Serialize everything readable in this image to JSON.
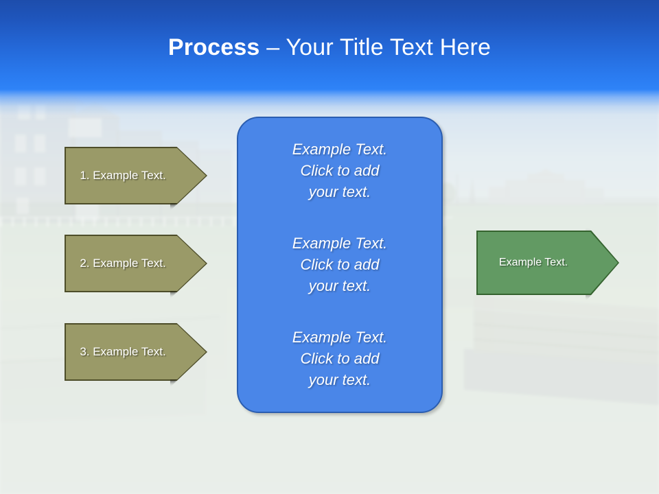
{
  "slide": {
    "title_strong": "Process ",
    "title_light": "– Your Title Text Here",
    "background_description": "faded photograph of St Andrews golf links with clubhouse and stone bridge"
  },
  "colors": {
    "header_blue_top": "#1d4dac",
    "header_blue_bottom": "#2f84f8",
    "panel_fill": "#4a86e8",
    "panel_border": "#2a5db0",
    "step_arrow_fill": "#9a9a68",
    "step_arrow_border": "#4d4d29",
    "result_arrow_fill": "#629a63",
    "result_arrow_border": "#35632f",
    "text_white": "#ffffff"
  },
  "steps": [
    {
      "label": "1. Example Text."
    },
    {
      "label": "2. Example Text."
    },
    {
      "label": "3. Example Text."
    }
  ],
  "panel": {
    "blocks": [
      {
        "text": "Example Text.\nClick  to add\nyour text."
      },
      {
        "text": "Example Text.\nClick  to add\nyour text."
      },
      {
        "text": "Example Text.\nClick  to add\nyour text."
      }
    ]
  },
  "result": {
    "label": "Example Text."
  }
}
